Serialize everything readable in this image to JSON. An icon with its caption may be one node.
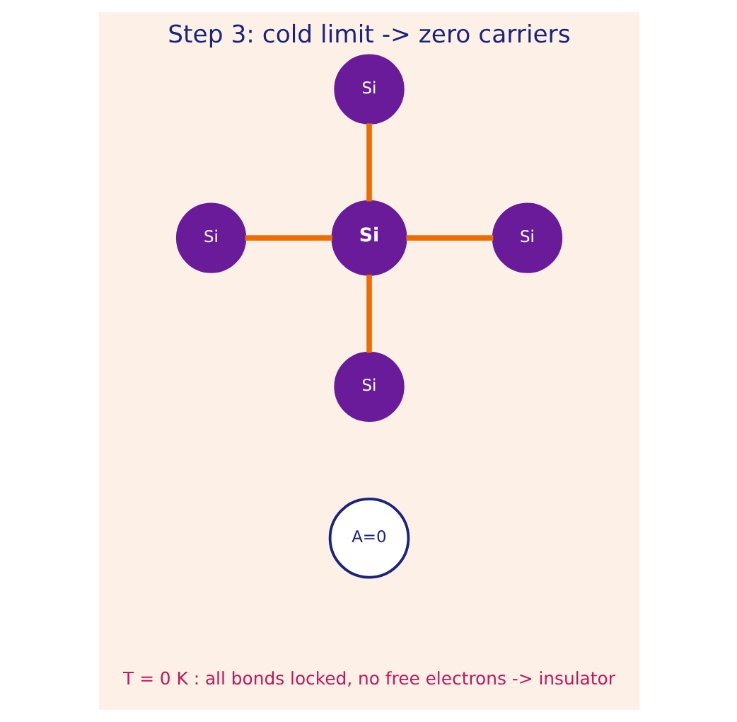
{
  "diagram": {
    "title": "Step 3: cold limit -> zero carriers",
    "nodes": [
      {
        "text": [
          "Si"
        ]
      },
      {
        "text": [
          "Si"
        ]
      },
      {
        "text": [
          "Si"
        ]
      },
      {
        "text": [
          "Si"
        ]
      },
      {
        "text": [
          "Si"
        ]
      },
      {
        "text": [
          "A=0"
        ]
      }
    ],
    "edges": [
      {
        "from": 0,
        "to": 2,
        "arrow": "none"
      },
      {
        "from": 1,
        "to": 2,
        "arrow": "none"
      },
      {
        "from": 2,
        "to": 3,
        "arrow": "none"
      },
      {
        "from": 2,
        "to": 4,
        "arrow": "none"
      }
    ],
    "labels": [
      "T = 0 K : all bonds locked, no free electrons -> insulator"
    ]
  }
}
